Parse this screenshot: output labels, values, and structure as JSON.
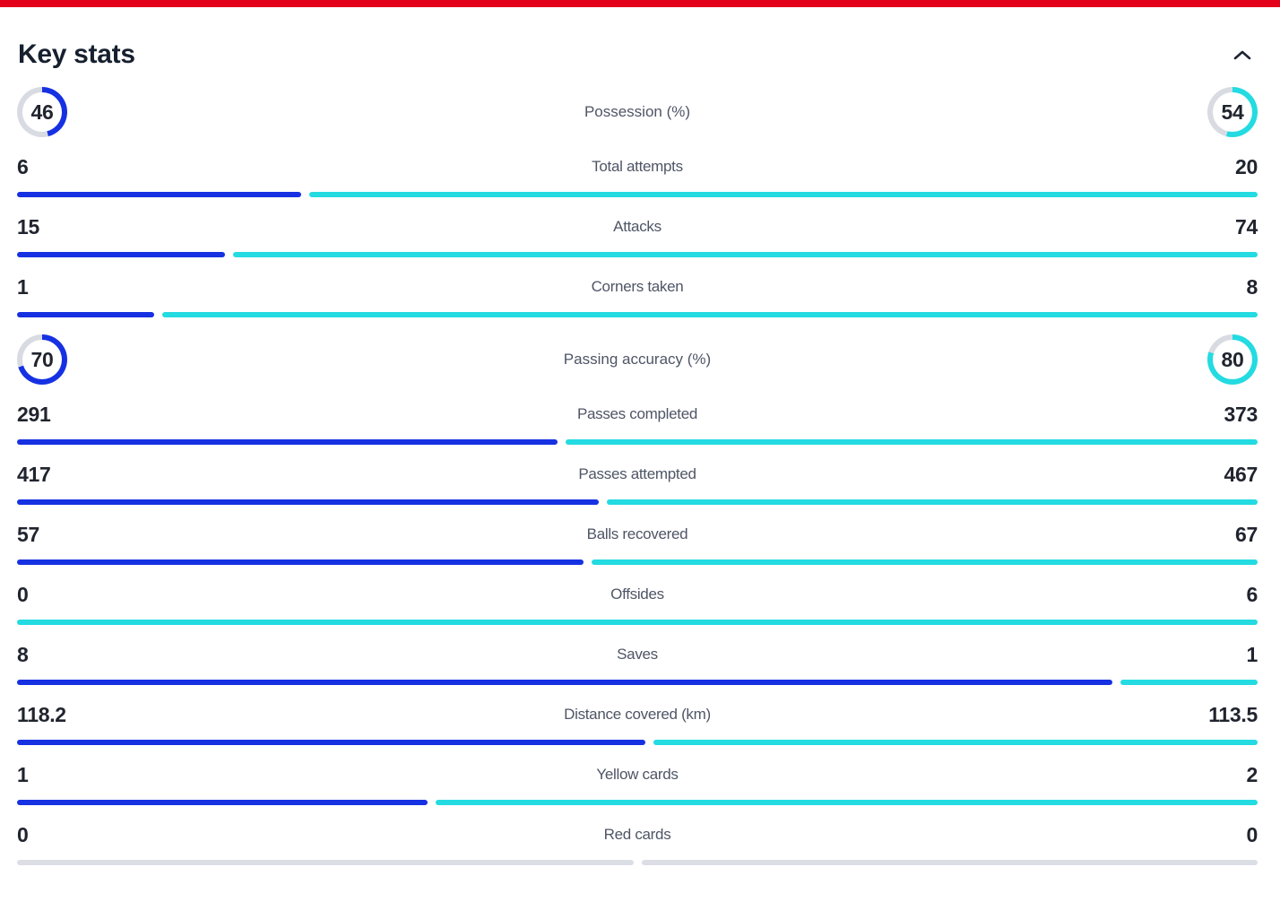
{
  "header": {
    "title": "Key stats"
  },
  "icons": {
    "collapse": "chevron-up"
  },
  "colors": {
    "home": "#1631e2",
    "away": "#23dbe1",
    "ring_track": "#d9dbe3",
    "zero_bar": "#dcdee6",
    "value_text": "#20242e",
    "label_text": "#4e5566",
    "top_bar": "#e2001a"
  },
  "stats": [
    {
      "label": "Possession (%)",
      "home": 46,
      "away": 54,
      "display": "ring"
    },
    {
      "label": "Total attempts",
      "home": 6,
      "away": 20,
      "display": "bar"
    },
    {
      "label": "Attacks",
      "home": 15,
      "away": 74,
      "display": "bar"
    },
    {
      "label": "Corners taken",
      "home": 1,
      "away": 8,
      "display": "bar"
    },
    {
      "label": "Passing accuracy (%)",
      "home": 70,
      "away": 80,
      "display": "ring"
    },
    {
      "label": "Passes completed",
      "home": 291,
      "away": 373,
      "display": "bar"
    },
    {
      "label": "Passes attempted",
      "home": 417,
      "away": 467,
      "display": "bar"
    },
    {
      "label": "Balls recovered",
      "home": 57,
      "away": 67,
      "display": "bar"
    },
    {
      "label": "Offsides",
      "home": 0,
      "away": 6,
      "display": "bar"
    },
    {
      "label": "Saves",
      "home": 8,
      "away": 1,
      "display": "bar"
    },
    {
      "label": "Distance covered (km)",
      "home": 118.2,
      "away": 113.5,
      "display": "bar"
    },
    {
      "label": "Yellow cards",
      "home": 1,
      "away": 2,
      "display": "bar"
    },
    {
      "label": "Red cards",
      "home": 0,
      "away": 0,
      "display": "bar"
    }
  ],
  "chart_data": {
    "type": "bar",
    "title": "Key stats",
    "orientation": "horizontal-paired",
    "categories": [
      "Possession (%)",
      "Total attempts",
      "Attacks",
      "Corners taken",
      "Passing accuracy (%)",
      "Passes completed",
      "Passes attempted",
      "Balls recovered",
      "Offsides",
      "Saves",
      "Distance covered (km)",
      "Yellow cards",
      "Red cards"
    ],
    "series": [
      {
        "name": "Home (blue)",
        "color": "#1631e2",
        "values": [
          46,
          6,
          15,
          1,
          70,
          291,
          417,
          57,
          0,
          8,
          118.2,
          1,
          0
        ]
      },
      {
        "name": "Away (cyan)",
        "color": "#23dbe1",
        "values": [
          54,
          20,
          74,
          8,
          80,
          373,
          467,
          67,
          6,
          1,
          113.5,
          2,
          0
        ]
      }
    ],
    "legend_position": "none",
    "annotations": "Percentage rows (Possession, Passing accuracy) shown as donut rings; other rows as left/right proportional split bars; 0-0 row shown as two gray half bars"
  }
}
